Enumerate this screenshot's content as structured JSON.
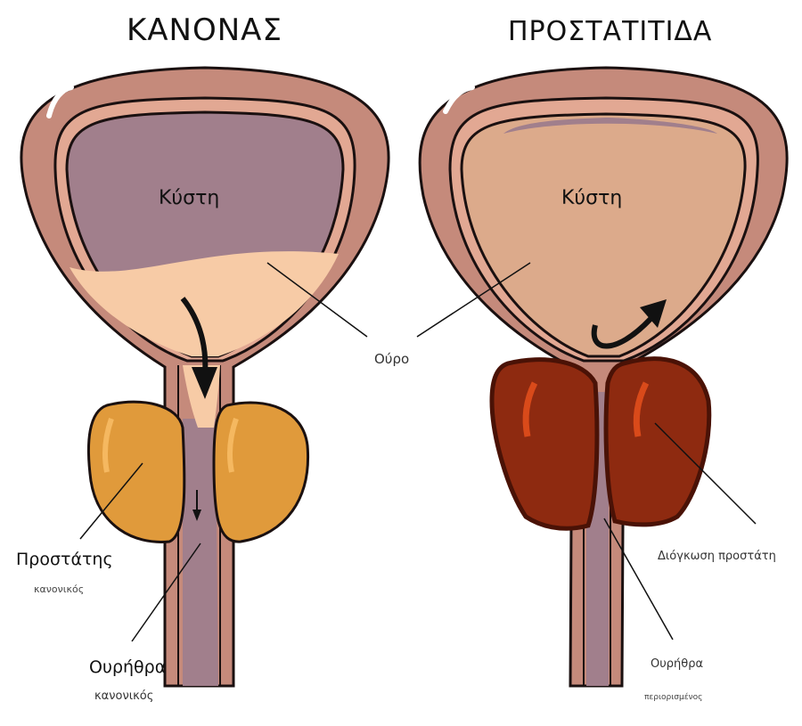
{
  "titles": {
    "normal": "ΚΑΝΟΝΑΣ",
    "prostatitis": "ΠΡΟΣΤΑΤΙΤΙΔΑ"
  },
  "labels": {
    "bladder_left": "Κύστη",
    "bladder_right": "Κύστη",
    "urine": "Ούρο",
    "prostate": "Προστάτης",
    "prostate_note": "κανονικός",
    "urethra_left": "Ουρήθρα",
    "urethra_left_note": "κανονικός",
    "enlargement": "Διόγκωση προστάτη",
    "urethra_right": "Ουρήθρα",
    "urethra_right_note": "περιορισμένος"
  },
  "colors": {
    "bladder_wall": "#c58a7b",
    "bladder_layer": "#e2a893",
    "cavity": "#a17f8c",
    "urine": "#f7cba6",
    "urine_full": "#dcaa8b",
    "prostate_normal": "#e09a3b",
    "prostate_enlarged": "#8e2a10"
  }
}
